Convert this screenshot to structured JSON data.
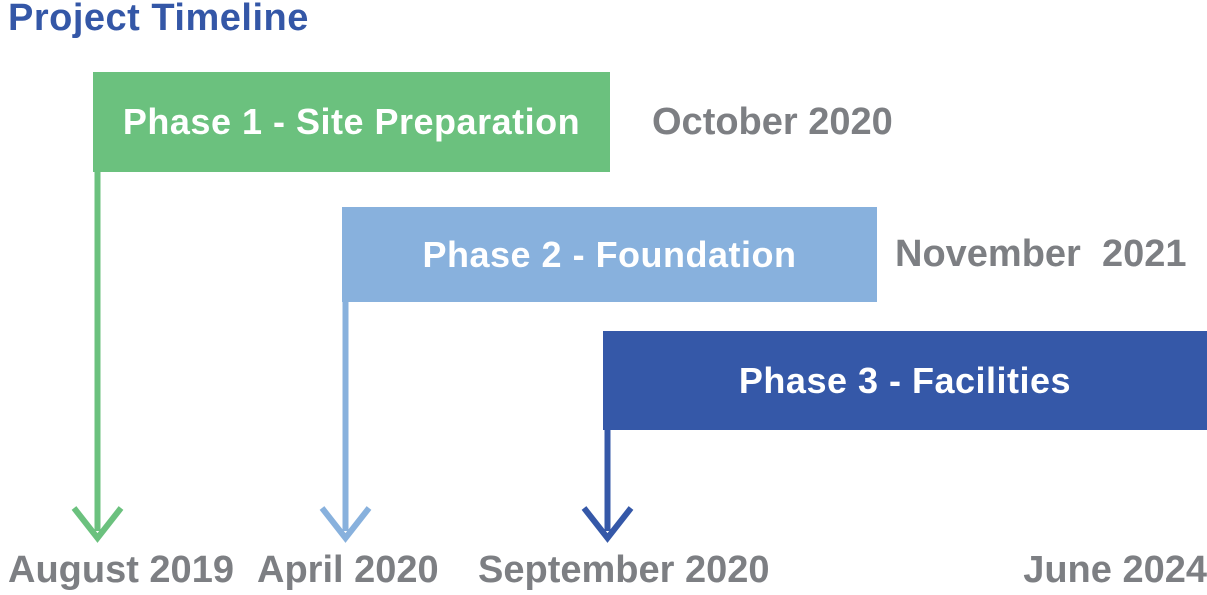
{
  "title": {
    "text": "Project Timeline",
    "color": "#3457A7"
  },
  "colors": {
    "background": "#FFFFFF",
    "bar_text": "#FFFFFF",
    "date_text": "#7D7F83",
    "phase1": "#6BC17E",
    "phase2": "#88B1DD",
    "phase3": "#3558A8"
  },
  "phases": [
    {
      "name": "Phase 1 - Site Preparation",
      "color": "#6BC17E",
      "start_date": "August 2019",
      "end_date": "October 2020"
    },
    {
      "name": "Phase 2 - Foundation",
      "color": "#88B1DD",
      "start_date": "April 2020",
      "end_date": "November  2021"
    },
    {
      "name": "Phase 3 - Facilities",
      "color": "#3558A8",
      "start_date": "September 2020",
      "end_date": ""
    }
  ],
  "project_end_date": "June 2024"
}
